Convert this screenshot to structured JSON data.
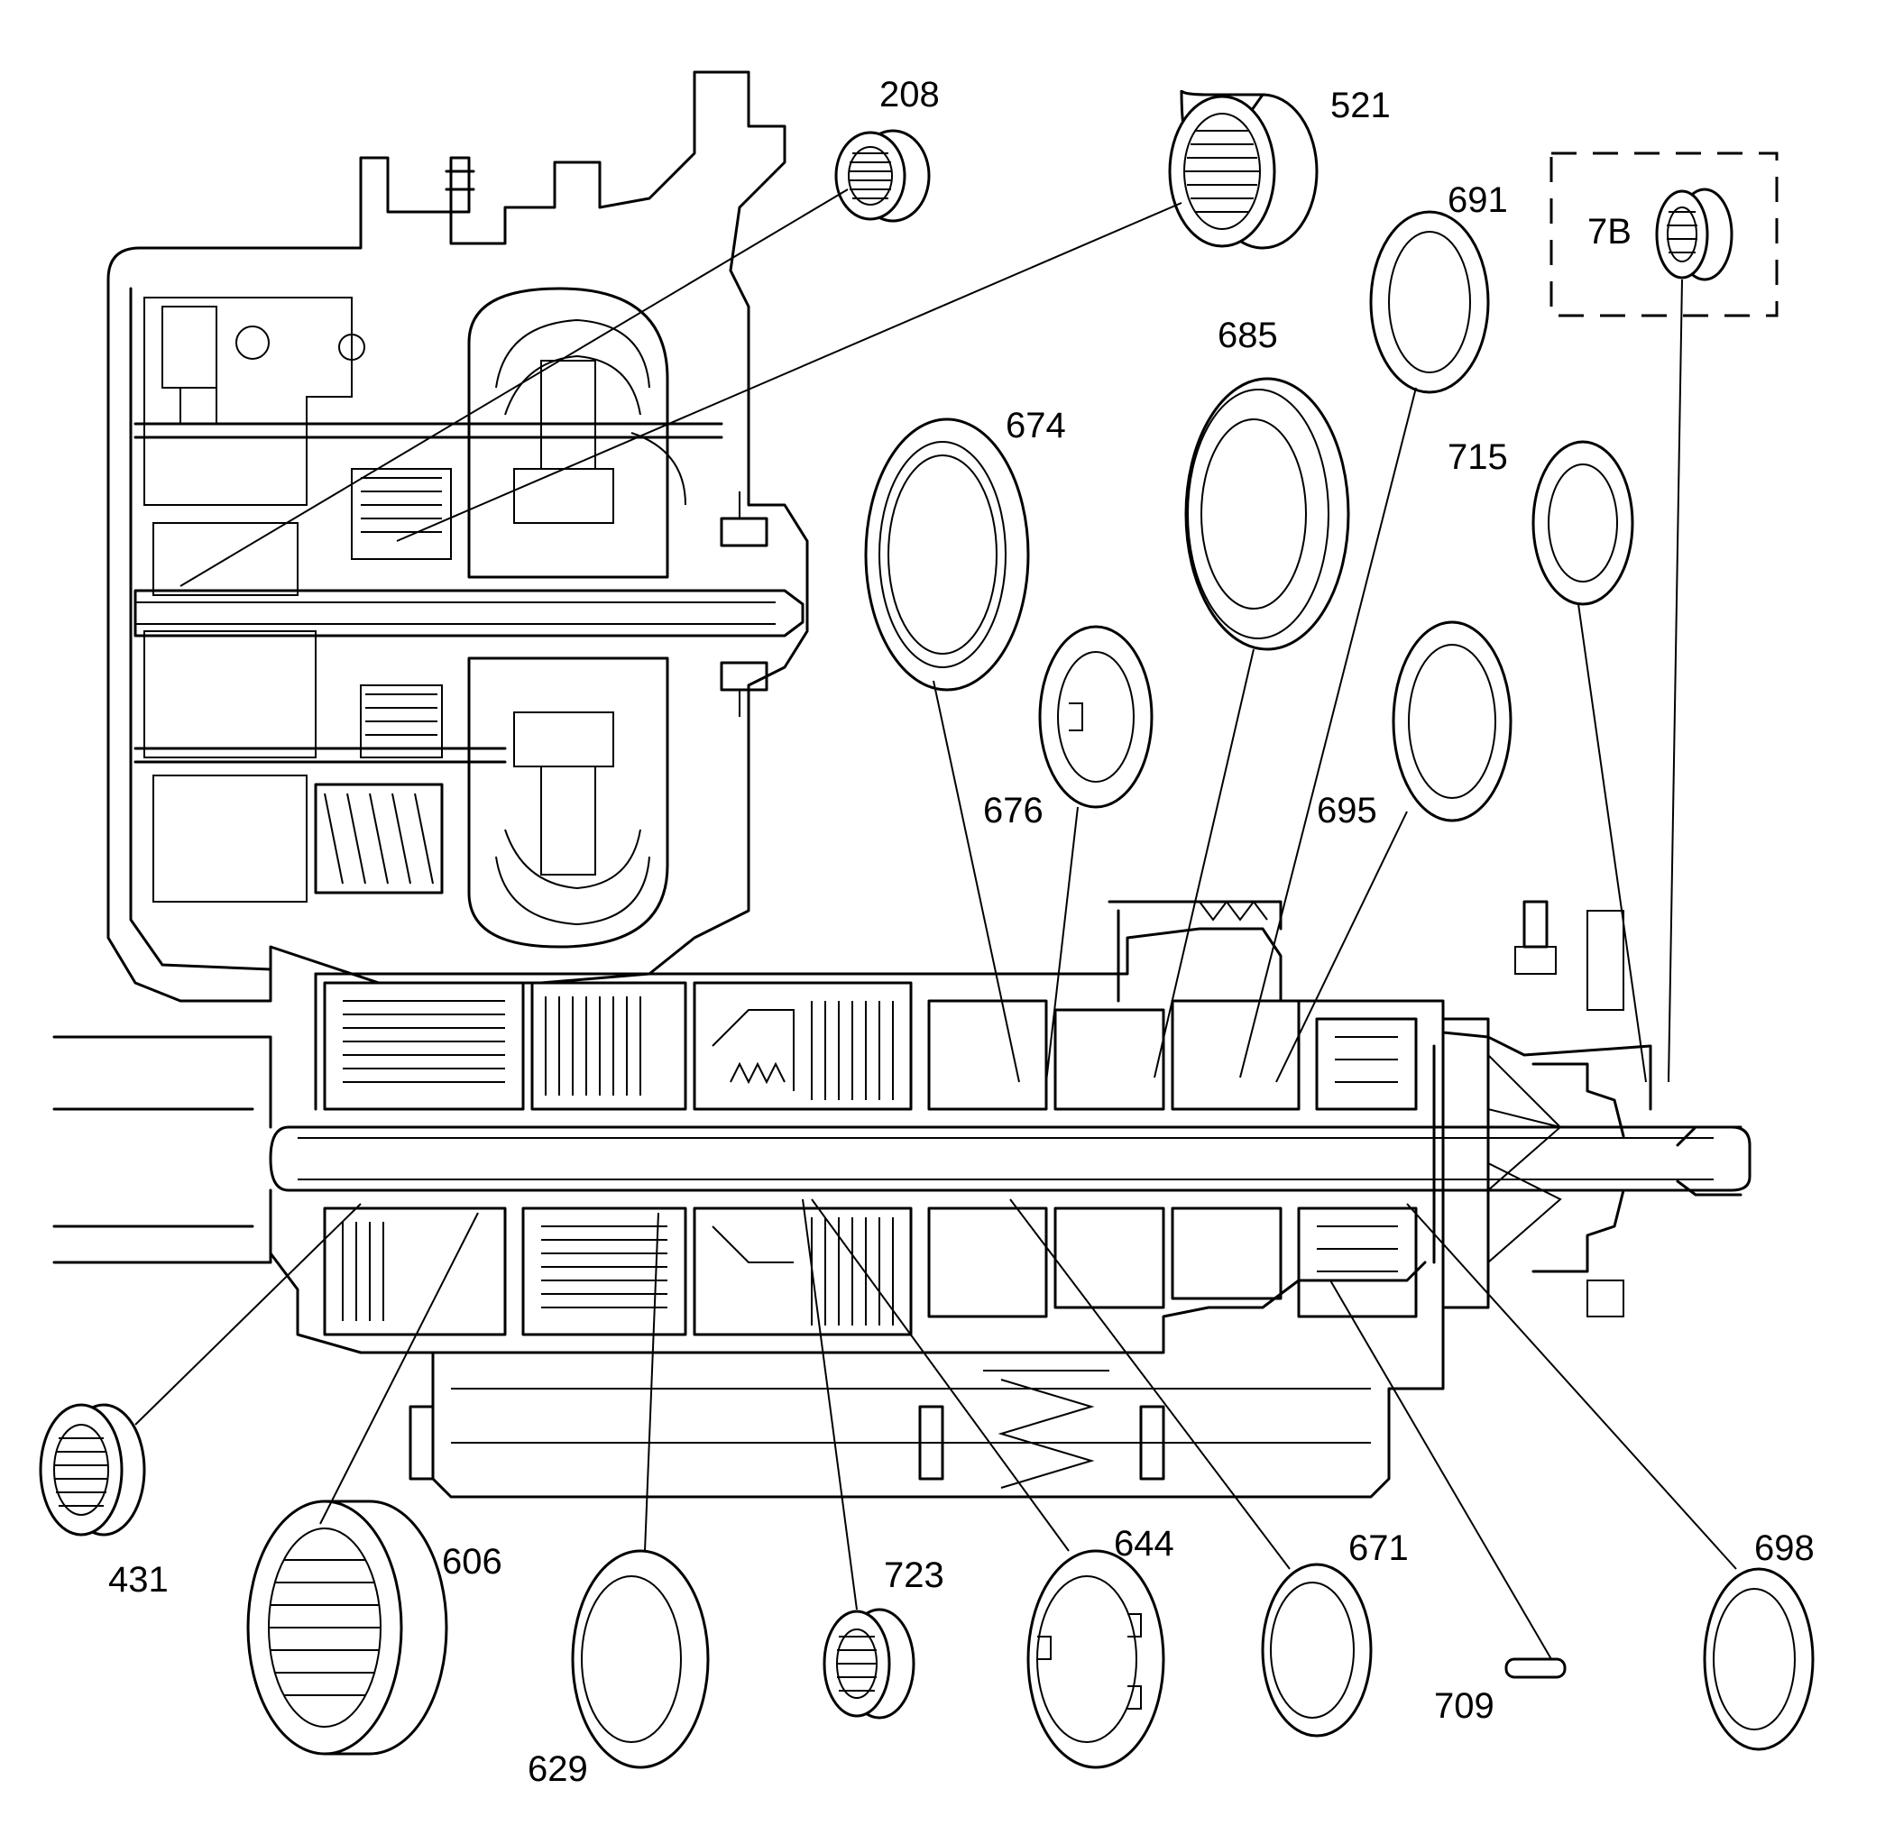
{
  "callouts": {
    "c208": "208",
    "c521": "521",
    "c691": "691",
    "c7b": "7B",
    "c685": "685",
    "c674": "674",
    "c715": "715",
    "c676": "676",
    "c695": "695",
    "c431": "431",
    "c606": "606",
    "c629": "629",
    "c723": "723",
    "c644": "644",
    "c671": "671",
    "c709": "709",
    "c698": "698"
  }
}
